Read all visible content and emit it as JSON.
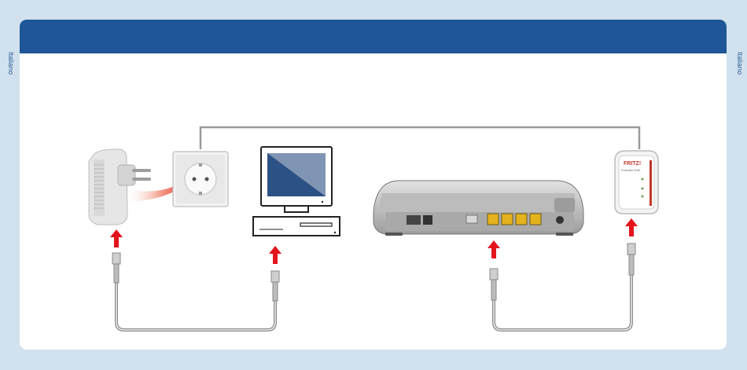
{
  "side_label_left": "Italiano",
  "side_label_right": "Italiano",
  "header": {
    "title": ""
  },
  "colors": {
    "background": "#d1e1ee",
    "header": "#1e5697",
    "arrow": "#e3141c",
    "cable": "#9a9a9a"
  },
  "powerline_adapter": {
    "brand": "FRITZ!",
    "model": "Powerline 510E"
  },
  "icons": [
    "powerline-plug-icon",
    "wall-socket-icon",
    "computer-icon",
    "router-icon",
    "powerline-adapter-icon",
    "network-cable-icon",
    "up-arrow-icon"
  ]
}
